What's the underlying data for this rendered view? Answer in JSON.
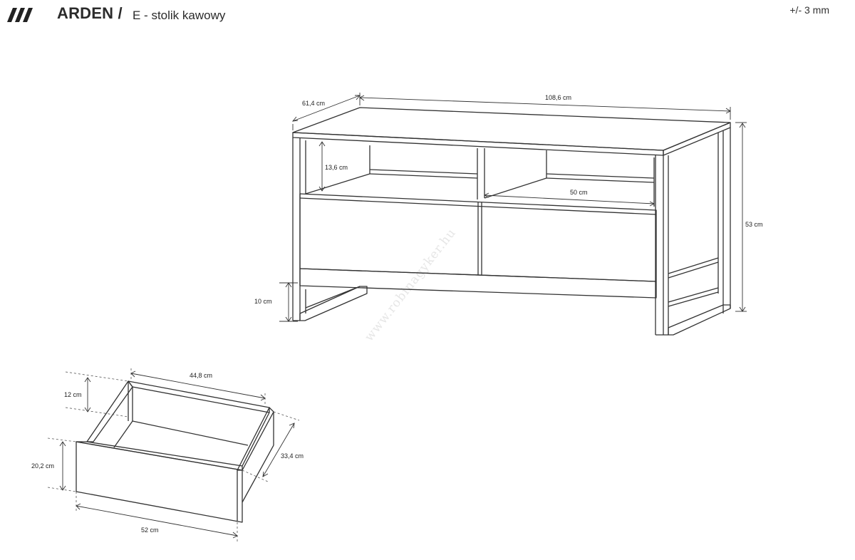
{
  "header": {
    "logo_icon": "three-slashes-icon",
    "title": "ARDEN /",
    "subtitle": "E - stolik kawowy",
    "tolerance": "+/- 3 mm"
  },
  "watermark": "www.robinagyker.hu",
  "table_dimensions": {
    "depth": "61,4 cm",
    "width": "108,6 cm",
    "height": "53 cm",
    "shelf_height": "13,6 cm",
    "shelf_width": "50 cm",
    "leg_height": "10 cm"
  },
  "drawer_dimensions": {
    "inner_width": "44,8 cm",
    "inner_height": "12 cm",
    "front_height": "20,2 cm",
    "depth": "33,4 cm",
    "front_width": "52 cm"
  },
  "colors": {
    "line": "#333333",
    "text": "#222222",
    "watermark": "#e6e6e6"
  }
}
